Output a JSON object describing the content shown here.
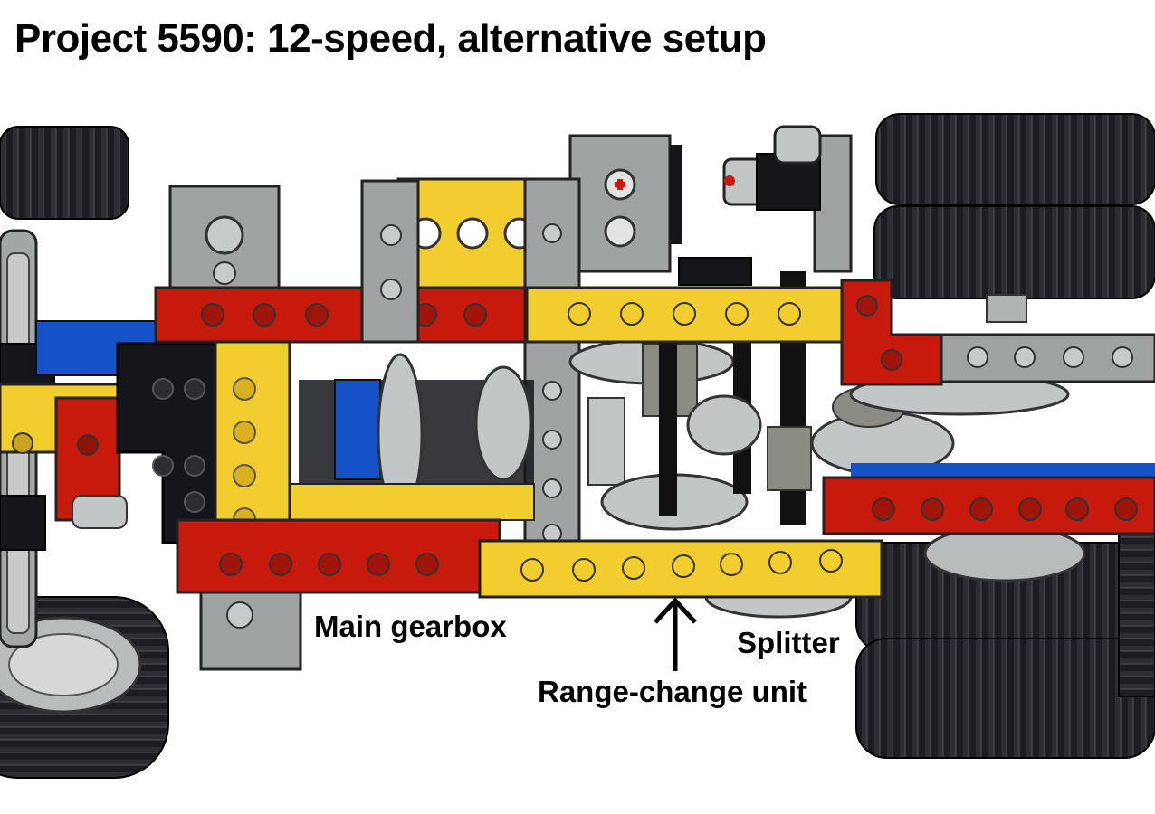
{
  "title": "Project 5590: 12-speed, alternative setup",
  "labels": {
    "main_gearbox": "Main gearbox",
    "splitter": "Splitter",
    "range_change": "Range-change unit"
  },
  "colors": {
    "tire": "#1c1c22",
    "tire_tread": "#2f3036",
    "rim": "#b9bcbc",
    "red_beam": "#c81a0c",
    "yellow_beam": "#f2cd2e",
    "gray_beam": "#9fa3a3",
    "black_part": "#14161a",
    "blue_part": "#1552c8",
    "gear": "#c3c6c6",
    "dark_gear": "#8b8b82",
    "axle": "#111111",
    "outline": "#1a1a1a"
  }
}
